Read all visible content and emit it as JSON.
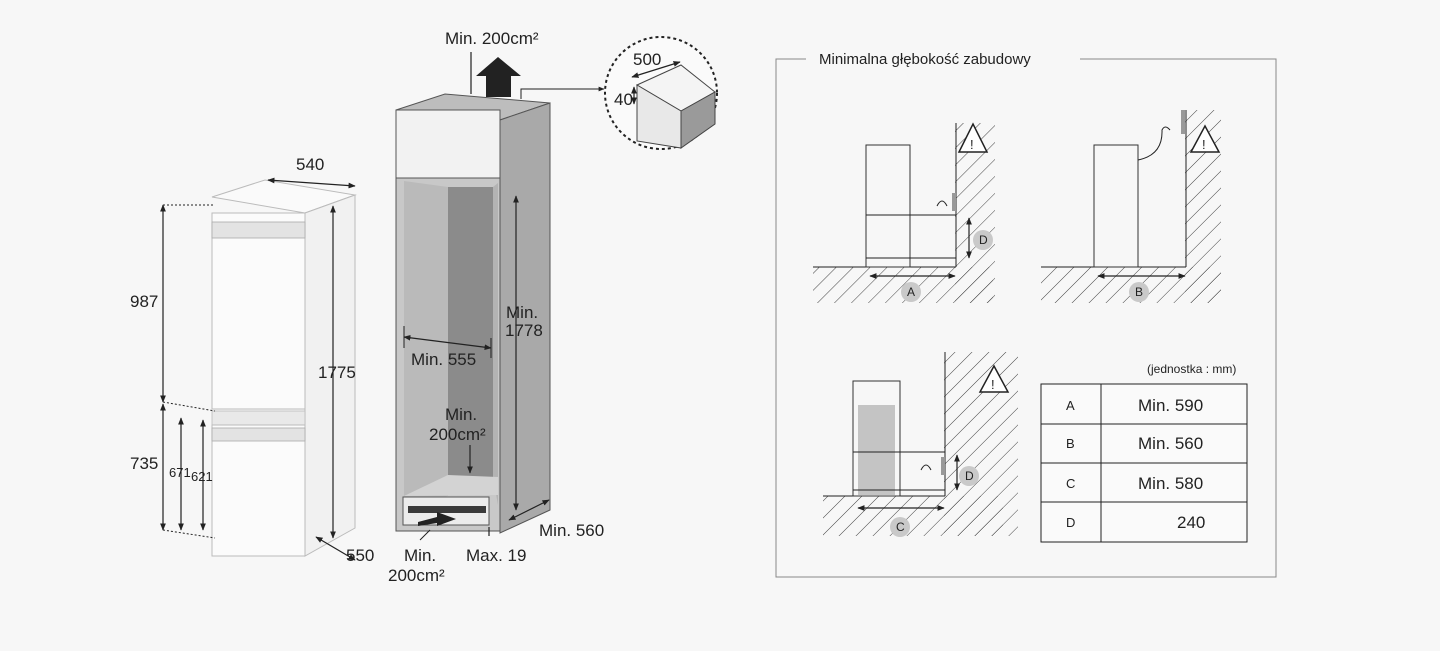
{
  "fridge": {
    "width": "540",
    "depth": "550",
    "height_upper": "987",
    "height_total": "1775",
    "height_lower": "735",
    "h671": "671",
    "h621": "621"
  },
  "cabinet": {
    "top_vent": "Min. 200cm²",
    "height": "Min.\n1778",
    "height_l1": "Min.",
    "height_l2": "1778",
    "inner_width": "Min. 555",
    "mid_vent_l1": "Min.",
    "mid_vent_l2": "200cm²",
    "depth": "Min. 560",
    "bottom_vent_l1": "Min.",
    "bottom_vent_l2": "200cm²",
    "plinth": "Max. 19",
    "detail_w": "500",
    "detail_h": "40"
  },
  "depth_panel": {
    "title": "Minimalna głębokość zabudowy",
    "unit_note": "(jednostka : mm)",
    "marker_a": "A",
    "marker_b": "B",
    "marker_c": "C",
    "marker_d": "D",
    "rows": [
      {
        "key": "A",
        "value": "Min. 590"
      },
      {
        "key": "B",
        "value": "Min. 560"
      },
      {
        "key": "C",
        "value": "Min. 580"
      },
      {
        "key": "D",
        "value": "240"
      }
    ]
  }
}
